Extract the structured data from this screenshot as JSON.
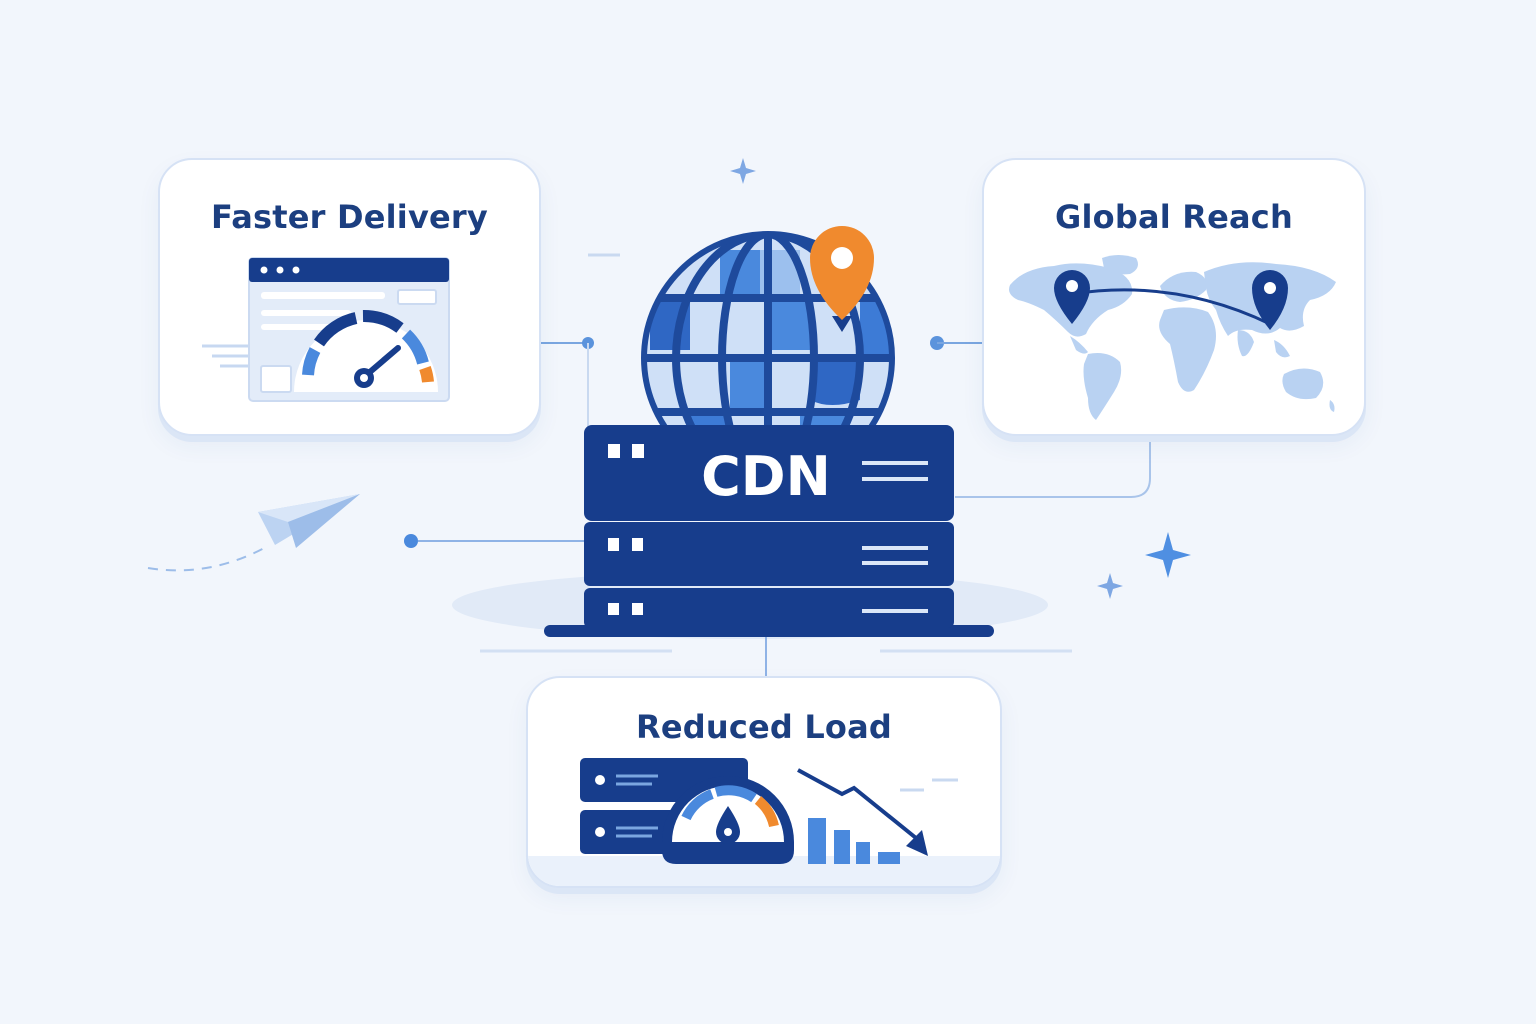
{
  "center": {
    "label": "CDN"
  },
  "features": [
    {
      "title": "Faster Delivery"
    },
    {
      "title": "Global Reach"
    },
    {
      "title": "Reduced Load"
    }
  ],
  "colors": {
    "background": "#f2f6fc",
    "navy": "#173d8c",
    "blue": "#3f86e0",
    "light_blue": "#b9d2f2",
    "orange": "#f08a2e",
    "card_border": "#d6e2f5",
    "title_text": "#1c3f80"
  }
}
